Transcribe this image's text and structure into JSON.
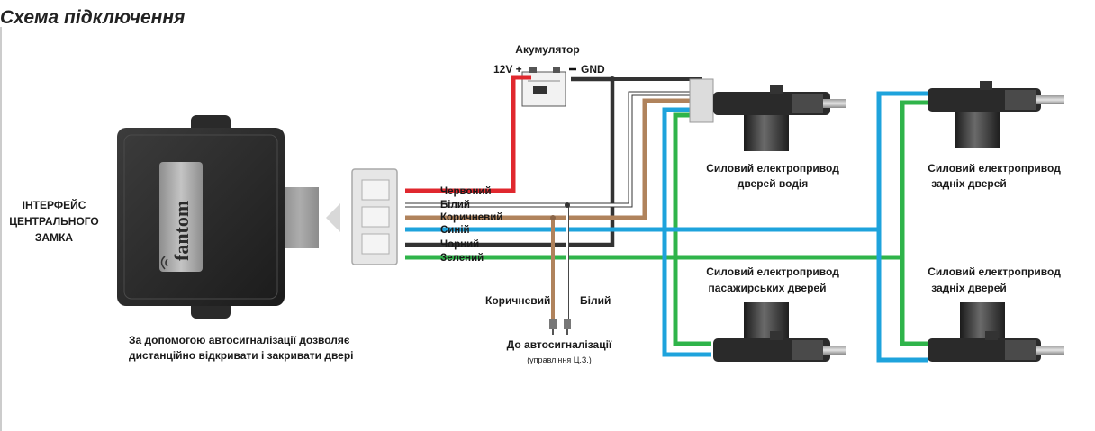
{
  "title": "Схема підключення",
  "interface": {
    "label_lines": [
      "ІНТЕРФЕЙС",
      "ЦЕНТРАЛЬНОГО",
      "ЗАМКА"
    ],
    "logo": "fantom",
    "description_lines": [
      "За допомогою автосигналізації дозволяє",
      "дистанційно відкривати і закривати двері"
    ]
  },
  "battery": {
    "title": "Акумулятор",
    "plus_label": "12V +",
    "gnd_label": "GND"
  },
  "wires": [
    {
      "label": "Червоний",
      "color": "#e0282e"
    },
    {
      "label": "Білий",
      "color": "#ffffff"
    },
    {
      "label": "Коричневий",
      "color": "#b0835c"
    },
    {
      "label": "Синій",
      "color": "#1ea3dc"
    },
    {
      "label": "Чорний",
      "color": "#3a3a3a"
    },
    {
      "label": "Зелений",
      "color": "#2fb44a"
    }
  ],
  "alarm": {
    "brown_label": "Коричневий",
    "white_label": "Білий",
    "title": "До автосигналізації",
    "subtitle": "(управління Ц.З.)"
  },
  "actuators": {
    "driver": [
      "Силовий електропривод",
      "дверей водія"
    ],
    "rear_top": [
      "Силовий електропривод",
      "задніх дверей"
    ],
    "passenger": [
      "Силовий електропривод",
      "пасажирських дверей"
    ],
    "rear_bottom": [
      "Силовий електропривод",
      "задніх дверей"
    ]
  },
  "icons": {
    "connector_arrow": "triangle-left-icon",
    "speaker": "speaker-icon"
  }
}
